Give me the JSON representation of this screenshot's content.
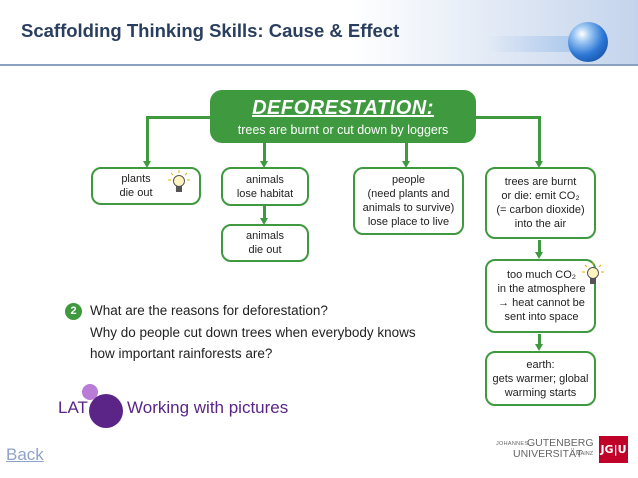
{
  "header": {
    "title": "Scaffolding Thinking Skills: Cause & Effect"
  },
  "flowchart": {
    "root": {
      "title": "DEFORESTATION:",
      "subtitle": "trees are burnt or cut down by loggers"
    },
    "branches": [
      {
        "lines": [
          "plants",
          "die out"
        ],
        "has_bulb": true
      },
      {
        "lines": [
          "animals",
          "lose habitat"
        ]
      },
      {
        "lines": [
          "people",
          "(need plants and",
          "animals to survive)",
          "lose place to live"
        ]
      },
      {
        "lines": [
          "trees are burnt",
          "or die: emit CO₂",
          "(= carbon dioxide)",
          "into the air"
        ]
      }
    ],
    "animals_die": {
      "lines": [
        "animals",
        "die out"
      ]
    },
    "co2": {
      "lines": [
        "too much CO₂",
        "in the atmosphere",
        "→ heat cannot be",
        "sent into space"
      ],
      "has_bulb": true
    },
    "earth": {
      "lines": [
        "earth:",
        "gets warmer; global",
        "warming starts"
      ]
    },
    "icons": {
      "bulb": "lightbulb-icon",
      "arrow": "arrow-down-icon"
    }
  },
  "question": {
    "number": "2",
    "lines": [
      "What are the reasons for deforestation?",
      "Why do people cut down trees when everybody knows",
      "how important rainforests are?"
    ]
  },
  "lat": {
    "prefix": "LAT",
    "label": "Working with pictures"
  },
  "footer": {
    "back_link": "Back",
    "university_small": "JOHANNES",
    "university_top": "GUTENBERG",
    "university_bottom": "UNIVERSITÄT",
    "university_city": "MAINZ",
    "logo_text": "JG|U"
  },
  "colors": {
    "green": "#3f9a3f",
    "title": "#2a3f5f",
    "purple": "#5a2587",
    "link": "#8ea3c9",
    "logo_red": "#c1002a"
  }
}
